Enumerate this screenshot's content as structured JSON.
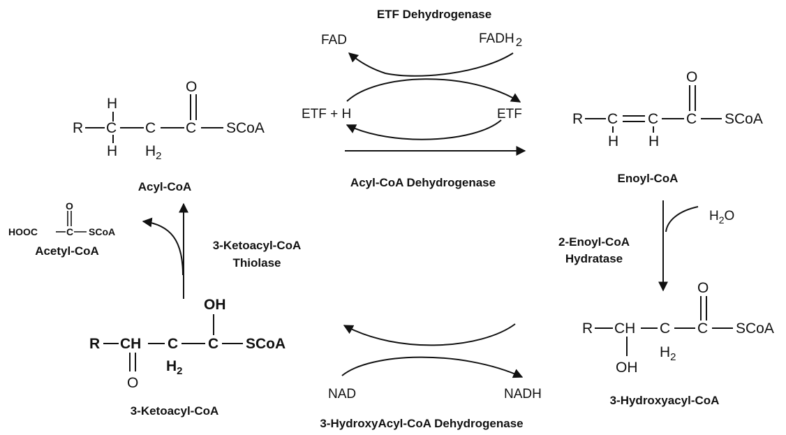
{
  "colors": {
    "ink": "#111111",
    "background": "#ffffff"
  },
  "enzymes": {
    "etf_dehydrogenase": "ETF Dehydrogenase",
    "acyl_coa_dehydrogenase": "Acyl-CoA Dehydrogenase",
    "enoyl_coa_hydratase_line1": "2-Enoyl-CoA",
    "enoyl_coa_hydratase_line2": "Hydratase",
    "hydroxyacyl_dehydrogenase": "3-HydroxyAcyl-CoA Dehydrogenase",
    "thiolase_line1": "3-Ketoacyl-CoA",
    "thiolase_line2": "Thiolase"
  },
  "cofactors": {
    "fad": "FAD",
    "fadh2": "FADH",
    "fadh2_sub": "2",
    "etf_h": "ETF + H",
    "etf": "ETF",
    "water_h": "H",
    "water_sub": "2",
    "water_o": "O",
    "nad": "NAD",
    "nadh": "NADH"
  },
  "compounds": {
    "acyl_coa": {
      "name": "Acyl-CoA",
      "r": "R",
      "c1": "C",
      "c2": "C",
      "c3": "C",
      "o": "O",
      "h_top": "H",
      "h_bot": "H",
      "h2": "H",
      "h2_sub": "2",
      "scoa": "SCoA"
    },
    "enoyl_coa": {
      "name": "Enoyl-CoA",
      "r": "R",
      "c1": "C",
      "c2": "C",
      "c3": "C",
      "o": "O",
      "h1": "H",
      "h2": "H",
      "scoa": "SCoA"
    },
    "hydroxyacyl_coa": {
      "name": "3-Hydroxyacyl-CoA",
      "r": "R",
      "ch": "CH",
      "c2": "C",
      "c3": "C",
      "o": "O",
      "oh": "OH",
      "h2": "H",
      "h2_sub": "2",
      "scoa": "SCoA"
    },
    "ketoacyl_coa": {
      "name": "3-Ketoacyl-CoA",
      "r": "R",
      "ch": "CH",
      "c2": "C",
      "c3": "C",
      "o": "O",
      "oh": "OH",
      "h2": "H",
      "h2_sub": "2",
      "scoa": "SCoA"
    },
    "acetyl_coa": {
      "name": "Acetyl-CoA",
      "hooc": "HOOC",
      "c": "C",
      "o": "O",
      "scoa": "SCoA"
    }
  }
}
